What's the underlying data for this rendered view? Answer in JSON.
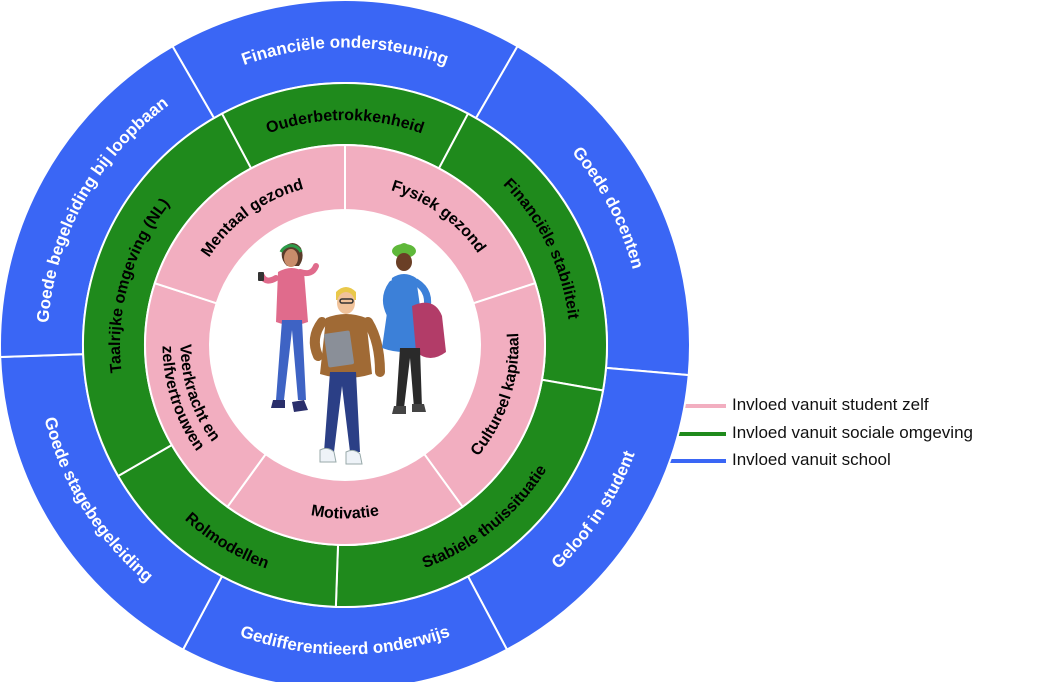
{
  "colors": {
    "school": "#3a66f5",
    "social": "#1f8a1c",
    "student": "#f2aec0",
    "center": "#ffffff",
    "school_text": "#ffffff",
    "inner_text": "#000000"
  },
  "rings": {
    "school": {
      "segments": [
        {
          "label": "Financiële ondersteuning",
          "start": -30,
          "end": 30
        },
        {
          "label": "Goede docenten",
          "start": 30,
          "end": 95
        },
        {
          "label": "Geloof in student",
          "start": 95,
          "end": 152
        },
        {
          "label": "Gedifferentieerd onderwijs",
          "start": 152,
          "end": 208
        },
        {
          "label": "Goede stagebegeleiding",
          "start": 208,
          "end": 268
        },
        {
          "label": "Goede begeleiding bij loopbaan",
          "start": 268,
          "end": 330
        }
      ]
    },
    "social": {
      "segments": [
        {
          "label": "Ouderbetrokkenheid",
          "start": -28,
          "end": 28
        },
        {
          "label": "Financiële stabiliteit",
          "start": 28,
          "end": 100
        },
        {
          "label": "Stabiele thuissituatie",
          "start": 100,
          "end": 182
        },
        {
          "label": "Rolmodellen",
          "start": 182,
          "end": 240
        },
        {
          "label": "Taalrijke omgeving (NL)",
          "start": 240,
          "end": 332
        }
      ]
    },
    "student": {
      "segments": [
        {
          "label": "Fysiek gezond",
          "start": 0,
          "end": 72
        },
        {
          "label": "Cultureel kapitaal",
          "start": 72,
          "end": 144
        },
        {
          "label": "Motivatie",
          "start": 144,
          "end": 216
        },
        {
          "label": "Veerkracht en zelfvertrouwen",
          "start": 216,
          "end": 288
        },
        {
          "label": "Mentaal gezond",
          "start": 288,
          "end": 360
        }
      ]
    }
  },
  "legend": [
    {
      "label": "Invloed vanuit student zelf",
      "color": "#f2aec0"
    },
    {
      "label": "Invloed vanuit sociale omgeving",
      "color": "#1f8a1c"
    },
    {
      "label": "Invloed vanuit school",
      "color": "#3a66f5"
    }
  ],
  "illustration": {
    "name": "students-illustration"
  }
}
